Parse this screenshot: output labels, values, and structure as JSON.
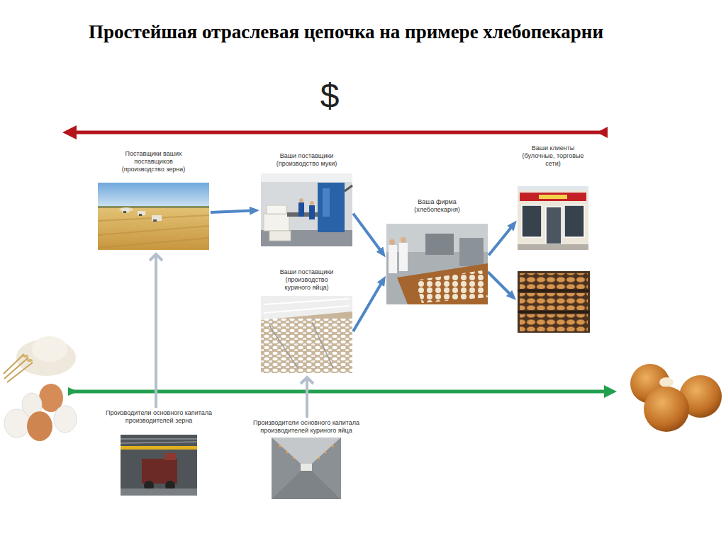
{
  "diagram": {
    "title": "Простейшая отраслевая цепочка на примере хлебопекарни",
    "nodes": [
      {
        "text": [
          "Поставщики ваших поставщиков (производство зерна)"
        ]
      },
      {
        "text": [
          "Ваши поставщики (производство муки)"
        ]
      },
      {
        "text": [
          "Ваши поставщики (производство куриного яйца)"
        ]
      },
      {
        "text": [
          "Ваша фирма (хлебопекарня)"
        ]
      },
      {
        "text": [
          "Ваши клиенты (булочные, торговые сети)"
        ]
      },
      {
        "text": [
          "Производители основного капитала производителей зерна"
        ]
      },
      {
        "text": [
          "Производители основного капитала производителей куриного яйца"
        ]
      }
    ],
    "edges": [
      {
        "from": 0,
        "to": 1,
        "arrow": "to"
      },
      {
        "from": 1,
        "to": 3,
        "arrow": "to"
      },
      {
        "from": 2,
        "to": 3,
        "arrow": "to"
      },
      {
        "from": 3,
        "to": 4,
        "arrow": "to"
      },
      {
        "from": 5,
        "to": 0,
        "arrow": "to"
      },
      {
        "from": 6,
        "to": 2,
        "arrow": "to"
      }
    ],
    "labels": [
      "$"
    ]
  }
}
